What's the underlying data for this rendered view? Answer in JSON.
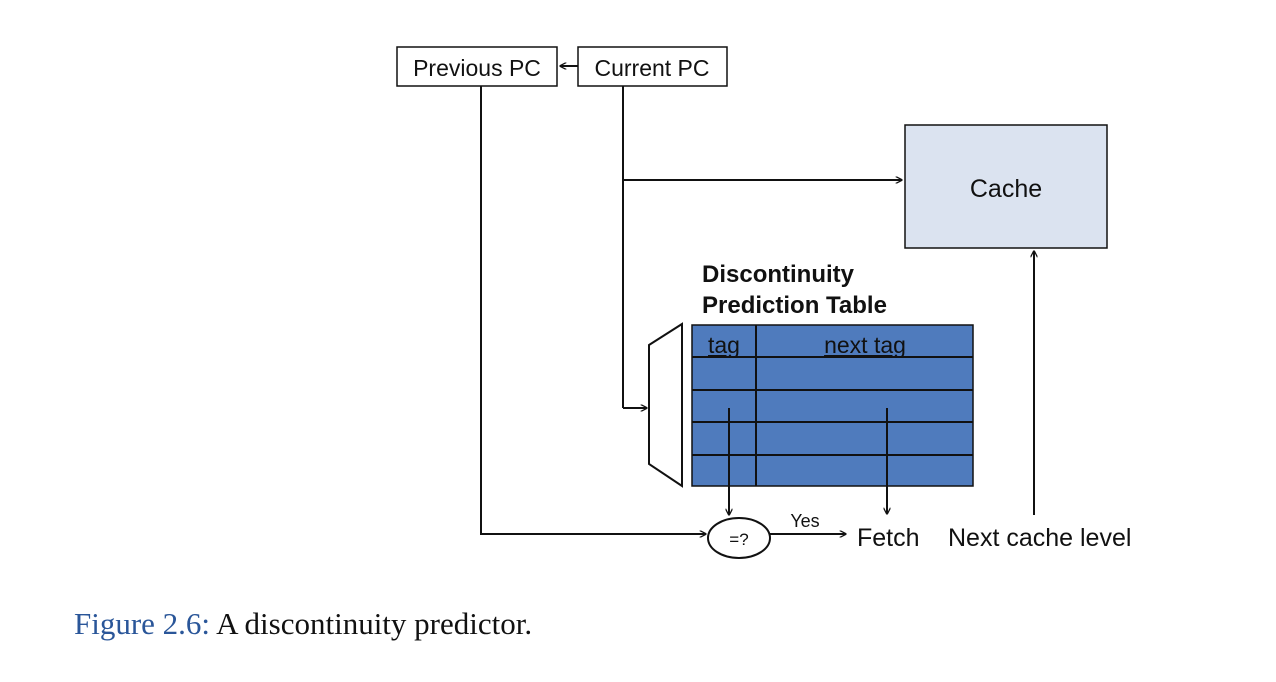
{
  "diagram": {
    "previous_pc": "Previous PC",
    "current_pc": "Current PC",
    "cache": "Cache",
    "table_title_line1": "Discontinuity",
    "table_title_line2": "Prediction Table",
    "col_tag": "tag",
    "col_next_tag": "next tag",
    "comparator": "=?",
    "yes": "Yes",
    "fetch": "Fetch",
    "next_cache_level": "Next cache level"
  },
  "caption": {
    "label": "Figure 2.6:",
    "text": "A discontinuity predictor."
  },
  "colors": {
    "table_fill": "#4f7bbd",
    "cache_fill": "#dbe3f0",
    "caption_label": "#2a5699"
  }
}
